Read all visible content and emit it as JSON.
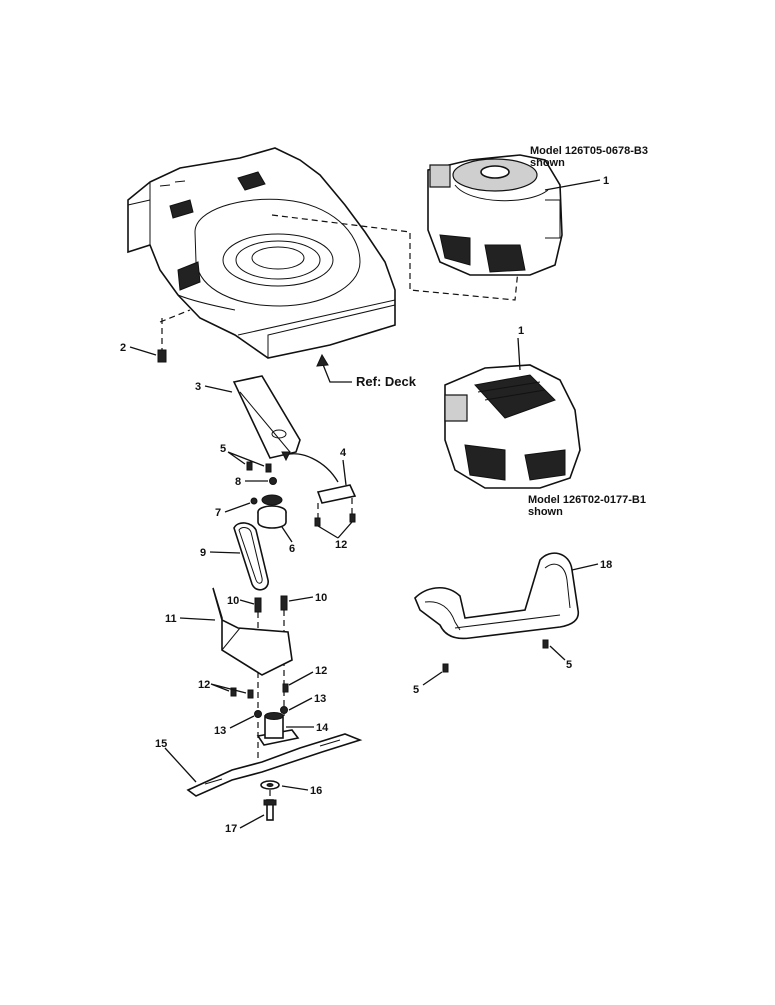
{
  "engine_top_caption": [
    "Model 126T05-0678-B3",
    "shown"
  ],
  "engine_bottom_caption": [
    "Model 126T02-0177-B1",
    "shown"
  ],
  "deck_reference": "Ref:  Deck",
  "callouts": {
    "engine_top": "1",
    "engine_bottom": "1",
    "deck_bolt": "2",
    "bracket": "3",
    "idler_arm": "4",
    "screws_left": "5",
    "nut_8": "8",
    "washer_7": "7",
    "pulley": "6",
    "belt": "9",
    "screws_12_top": "12",
    "bolt_10_left": "10",
    "bolt_10_right": "10",
    "guard": "11",
    "screw_12_right": "12",
    "screws_12_left": "12",
    "nut_13_right": "13",
    "nut_13_left": "13",
    "adapter": "14",
    "blade": "15",
    "washer_16": "16",
    "bolt_17": "17",
    "handle": "18",
    "screw_5_right": "5",
    "screw_5_left": "5"
  }
}
